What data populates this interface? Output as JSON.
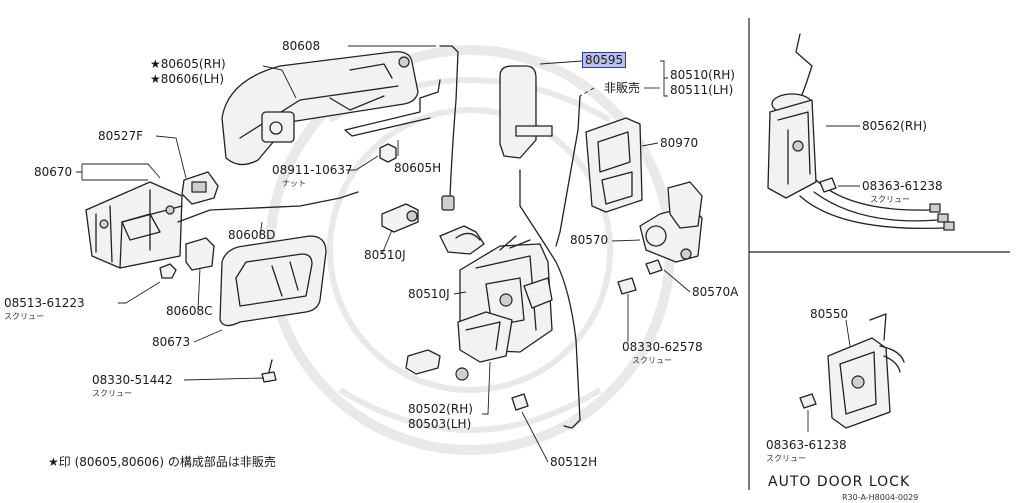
{
  "labels": {
    "p80608": "80608",
    "p80605_rh": "★80605(RH)",
    "p80606_lh": "★80606(LH)",
    "p80595": "80595",
    "p80510_rh": "80510(RH)",
    "p80511_lh": "80511(LH)",
    "hihanbai": "非販売",
    "p80527f": "80527F",
    "p80670": "80670",
    "p08911": "08911-10637",
    "p08911_sub": "ナット",
    "p80605h": "80605H",
    "p80970": "80970",
    "p80608d": "80608D",
    "p80510j_a": "80510J",
    "p80570": "80570",
    "p08513": "08513-61223",
    "p08513_sub": "スクリュー",
    "p80608c": "80608C",
    "p80510j_b": "80510J",
    "p80570a": "80570A",
    "p80673": "80673",
    "p08330_62578": "08330-62578",
    "p08330_62578_sub": "スクリュー",
    "p08330_51442": "08330-51442",
    "p08330_51442_sub": "スクリュー",
    "p80502_rh": "80502(RH)",
    "p80503_lh": "80503(LH)",
    "p80512h": "80512H",
    "footnote": "★印 (80605,80606) の構成部品は非販売",
    "p80562_rh": "80562(RH)",
    "p08363_a": "08363-61238",
    "p08363_a_sub": "スクリュー",
    "p80550": "80550",
    "p08363_b": "08363-61238",
    "p08363_b_sub": "スクリュー",
    "auto_door_lock": "AUTO DOOR LOCK",
    "diagram_code": "R30-A-H8004-0029"
  },
  "colors": {
    "highlight_fill": "#b9c1ea",
    "highlight_border": "#2c3a9a",
    "line": "#222222"
  }
}
